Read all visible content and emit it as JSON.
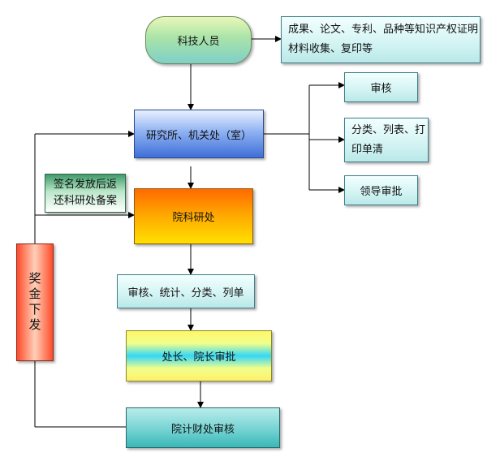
{
  "diagram": {
    "nodes": {
      "researcher": "科技人员",
      "materials": "成果、论文、专利、品种等知识产权证明材料收集、复印等",
      "institute": "研究所、机关处（室）",
      "review": "审核",
      "classify": "分类、列表、打印单清",
      "leader_approval": "领导审批",
      "sign_return": "签名发放后返还科研处备案",
      "academy_office": "院科研处",
      "audit_list": "审核、统计、分类、列单",
      "director_approval": "处长、院长审批",
      "finance_audit": "院计财处审核",
      "bonus": "奖金下发"
    }
  }
}
